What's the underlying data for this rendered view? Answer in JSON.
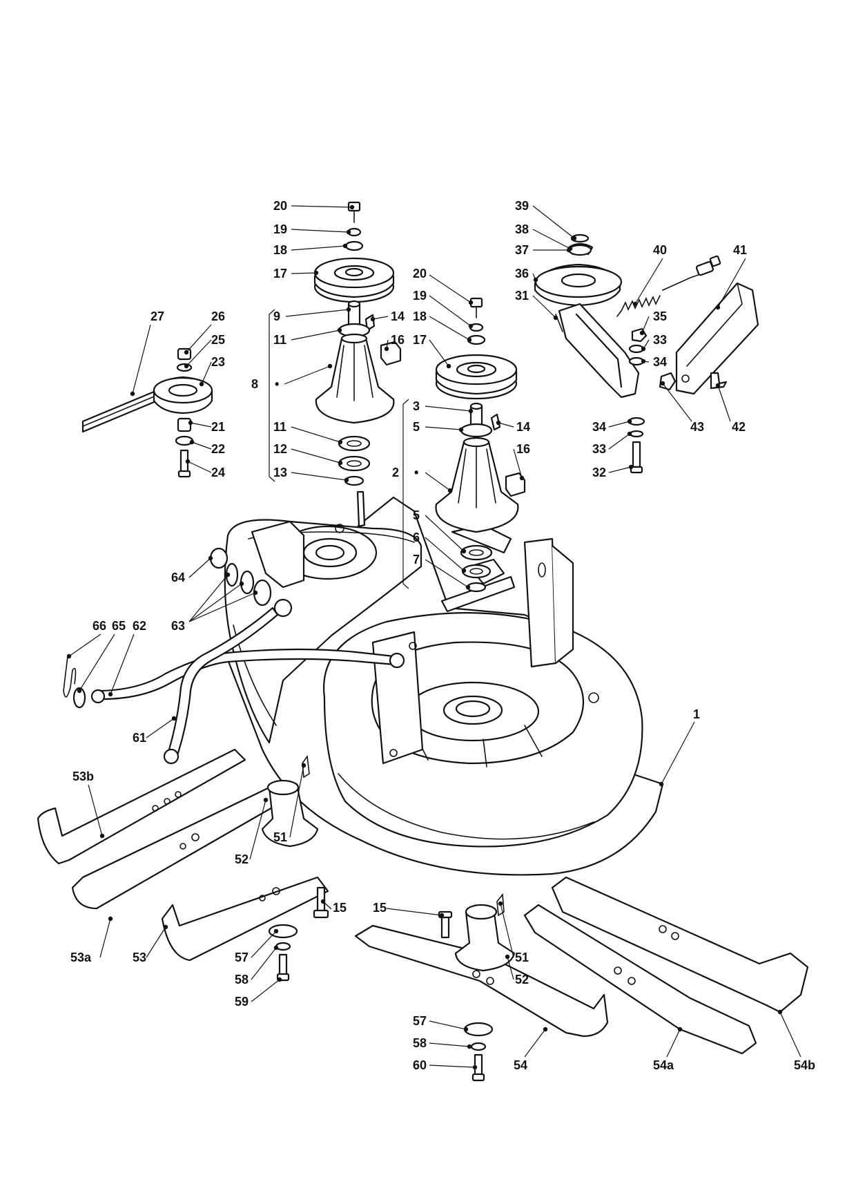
{
  "labels": [
    {
      "id": "20a",
      "text": "20"
    },
    {
      "id": "19a",
      "text": "19"
    },
    {
      "id": "18a",
      "text": "18"
    },
    {
      "id": "17a",
      "text": "17"
    },
    {
      "id": "9",
      "text": "9"
    },
    {
      "id": "11a",
      "text": "11"
    },
    {
      "id": "8",
      "text": "8"
    },
    {
      "id": "dot8",
      "text": "•"
    },
    {
      "id": "11b",
      "text": "11"
    },
    {
      "id": "12",
      "text": "12"
    },
    {
      "id": "13",
      "text": "13"
    },
    {
      "id": "14a",
      "text": "14"
    },
    {
      "id": "16a",
      "text": "16"
    },
    {
      "id": "27",
      "text": "27"
    },
    {
      "id": "26",
      "text": "26"
    },
    {
      "id": "25",
      "text": "25"
    },
    {
      "id": "23",
      "text": "23"
    },
    {
      "id": "21",
      "text": "21"
    },
    {
      "id": "22",
      "text": "22"
    },
    {
      "id": "24",
      "text": "24"
    },
    {
      "id": "20b",
      "text": "20"
    },
    {
      "id": "19b",
      "text": "19"
    },
    {
      "id": "18b",
      "text": "18"
    },
    {
      "id": "17b",
      "text": "17"
    },
    {
      "id": "3",
      "text": "3"
    },
    {
      "id": "5a",
      "text": "5"
    },
    {
      "id": "14b",
      "text": "14"
    },
    {
      "id": "16b",
      "text": "16"
    },
    {
      "id": "2",
      "text": "2"
    },
    {
      "id": "dot2",
      "text": "•"
    },
    {
      "id": "5b",
      "text": "5"
    },
    {
      "id": "6",
      "text": "6"
    },
    {
      "id": "7",
      "text": "7"
    },
    {
      "id": "39",
      "text": "39"
    },
    {
      "id": "38",
      "text": "38"
    },
    {
      "id": "37",
      "text": "37"
    },
    {
      "id": "36",
      "text": "36"
    },
    {
      "id": "31",
      "text": "31"
    },
    {
      "id": "40",
      "text": "40"
    },
    {
      "id": "41",
      "text": "41"
    },
    {
      "id": "35",
      "text": "35"
    },
    {
      "id": "33a",
      "text": "33"
    },
    {
      "id": "34a",
      "text": "34"
    },
    {
      "id": "43",
      "text": "43"
    },
    {
      "id": "42",
      "text": "42"
    },
    {
      "id": "34b",
      "text": "34"
    },
    {
      "id": "33b",
      "text": "33"
    },
    {
      "id": "32",
      "text": "32"
    },
    {
      "id": "64",
      "text": "64"
    },
    {
      "id": "63",
      "text": "63"
    },
    {
      "id": "66",
      "text": "66"
    },
    {
      "id": "65",
      "text": "65"
    },
    {
      "id": "62",
      "text": "62"
    },
    {
      "id": "61",
      "text": "61"
    },
    {
      "id": "1",
      "text": "1"
    },
    {
      "id": "53b",
      "text": "53b"
    },
    {
      "id": "51a",
      "text": "51"
    },
    {
      "id": "52a",
      "text": "52"
    },
    {
      "id": "15a",
      "text": "15"
    },
    {
      "id": "53a",
      "text": "53a"
    },
    {
      "id": "53",
      "text": "53"
    },
    {
      "id": "57a",
      "text": "57"
    },
    {
      "id": "58a",
      "text": "58"
    },
    {
      "id": "59",
      "text": "59"
    },
    {
      "id": "15b",
      "text": "15"
    },
    {
      "id": "51b",
      "text": "51"
    },
    {
      "id": "52b",
      "text": "52"
    },
    {
      "id": "57b",
      "text": "57"
    },
    {
      "id": "58b",
      "text": "58"
    },
    {
      "id": "60",
      "text": "60"
    },
    {
      "id": "54",
      "text": "54"
    },
    {
      "id": "54a",
      "text": "54a"
    },
    {
      "id": "54b",
      "text": "54b"
    }
  ]
}
